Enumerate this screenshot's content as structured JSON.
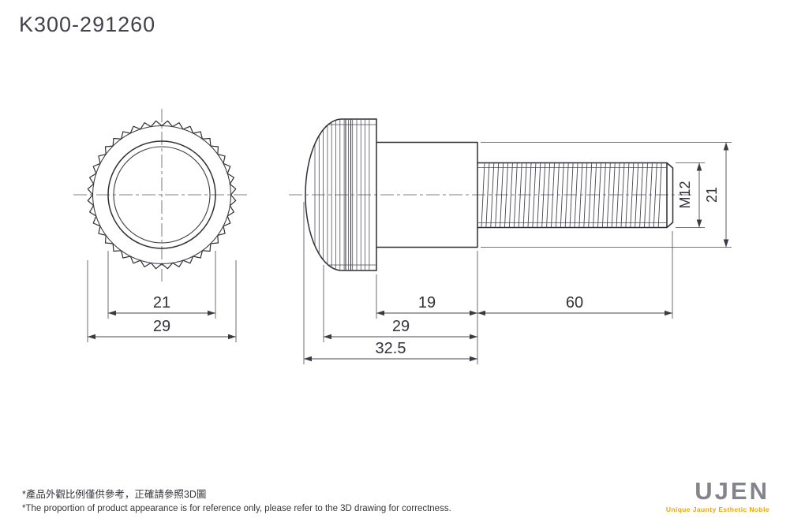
{
  "title": "K300-291260",
  "views": {
    "front": {
      "inner_diameter": "21",
      "outer_diameter": "29"
    },
    "side": {
      "collar_length": "19",
      "thread_length": "60",
      "body_length": "29",
      "total_length": "32.5",
      "thread_spec": "M12",
      "collar_diameter": "21"
    }
  },
  "notes": {
    "chinese": "*產品外觀比例僅供參考，正確請參照3D圖",
    "english": "*The proportion of product appearance is for reference only, please refer to the 3D drawing for correctness."
  },
  "logo": {
    "name": "UJEN",
    "tagline": "Unique Jaunty Esthetic Noble"
  },
  "colors": {
    "accent": "#f0a400",
    "line": "#2e2e34",
    "text": "#32323a"
  }
}
